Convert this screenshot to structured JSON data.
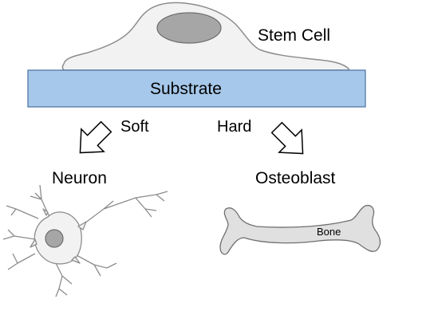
{
  "diagram": {
    "stem_cell_label": "Stem Cell",
    "substrate_label": "Substrate",
    "soft_label": "Soft",
    "hard_label": "Hard",
    "neuron_label": "Neuron",
    "osteoblast_label": "Osteoblast",
    "bone_label": "Bone"
  },
  "colors": {
    "substrate_fill": "#a6c8ea",
    "substrate_stroke": "#4a6fa0",
    "cell_fill": "#f2f2f2",
    "cell_stroke": "#8c8c8c",
    "nucleus_fill": "#a6a6a6",
    "nucleus_stroke": "#6e6e6e",
    "bone_fill": "#e0e0e0",
    "bone_stroke": "#707070",
    "arrow_stroke": "#000000"
  }
}
